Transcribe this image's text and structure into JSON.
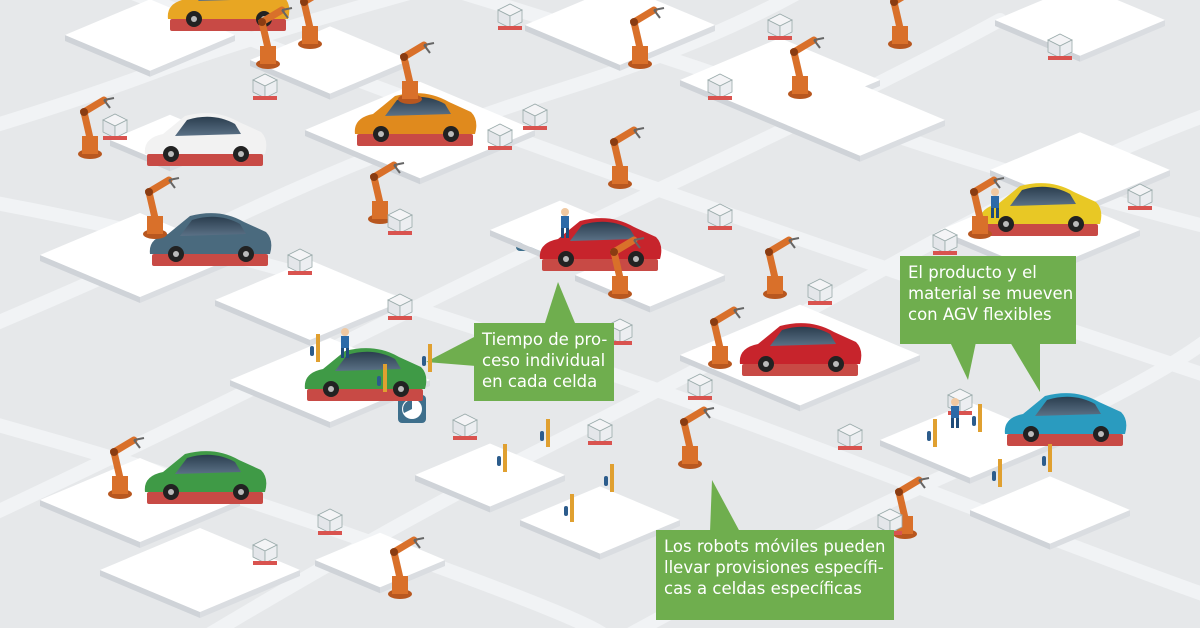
{
  "callouts": {
    "cycle_time": [
      "Tiempo de pro-",
      "ceso individual",
      "en cada celda"
    ],
    "agv": [
      "El producto y el",
      "material se mueven",
      "con AGV flexibles"
    ],
    "mobile_robots": [
      "Los robots móviles pueden",
      "llevar provisiones específi-",
      "cas a celdas específicas"
    ]
  },
  "colors": {
    "callout_green": "#6fae4e",
    "background": "#e6e8ea",
    "lane": "#eef0f3",
    "cell_platform": "#ffffff",
    "agv_base": "#d9534f",
    "robot_orange": "#d9702a",
    "clock_badge": "#3e6f8c"
  },
  "icons": [
    "clock-icon",
    "robot-arm-icon",
    "car-icon",
    "worker-icon",
    "supply-crate-icon"
  ]
}
